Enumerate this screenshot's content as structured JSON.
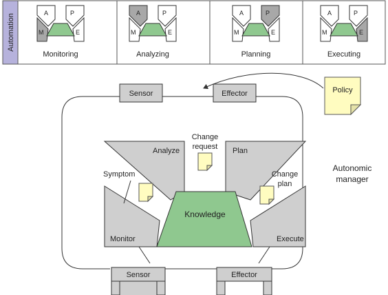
{
  "automation": {
    "label": "Automation",
    "cells": [
      {
        "caption": "Monitoring",
        "highlight": "M"
      },
      {
        "caption": "Analyzing",
        "highlight": "A"
      },
      {
        "caption": "Planning",
        "highlight": "P"
      },
      {
        "caption": "Executing",
        "highlight": "E"
      }
    ],
    "letters": {
      "m": "M",
      "a": "A",
      "p": "P",
      "e": "E"
    }
  },
  "top_sensor": "Sensor",
  "top_effector": "Effector",
  "policy": "Policy",
  "autonomic_manager": {
    "line1": "Autonomic",
    "line2": "manager"
  },
  "quadrants": {
    "analyze": "Analyze",
    "plan": "Plan",
    "monitor": "Monitor",
    "execute": "Execute"
  },
  "knowledge": "Knowledge",
  "change_request": {
    "line1": "Change",
    "line2": "request"
  },
  "symptom": "Symptom",
  "change_plan": {
    "line1": "Change",
    "line2": "plan"
  },
  "bottom_sensor": "Sensor",
  "bottom_effector": "Effector",
  "colors": {
    "highlight_gray": "#a8a8a8",
    "light_gray": "#cfcfcf",
    "knowledge_green": "#8fc88f",
    "note_yellow": "#fffcc0",
    "band_purple": "#b6b2dc"
  }
}
